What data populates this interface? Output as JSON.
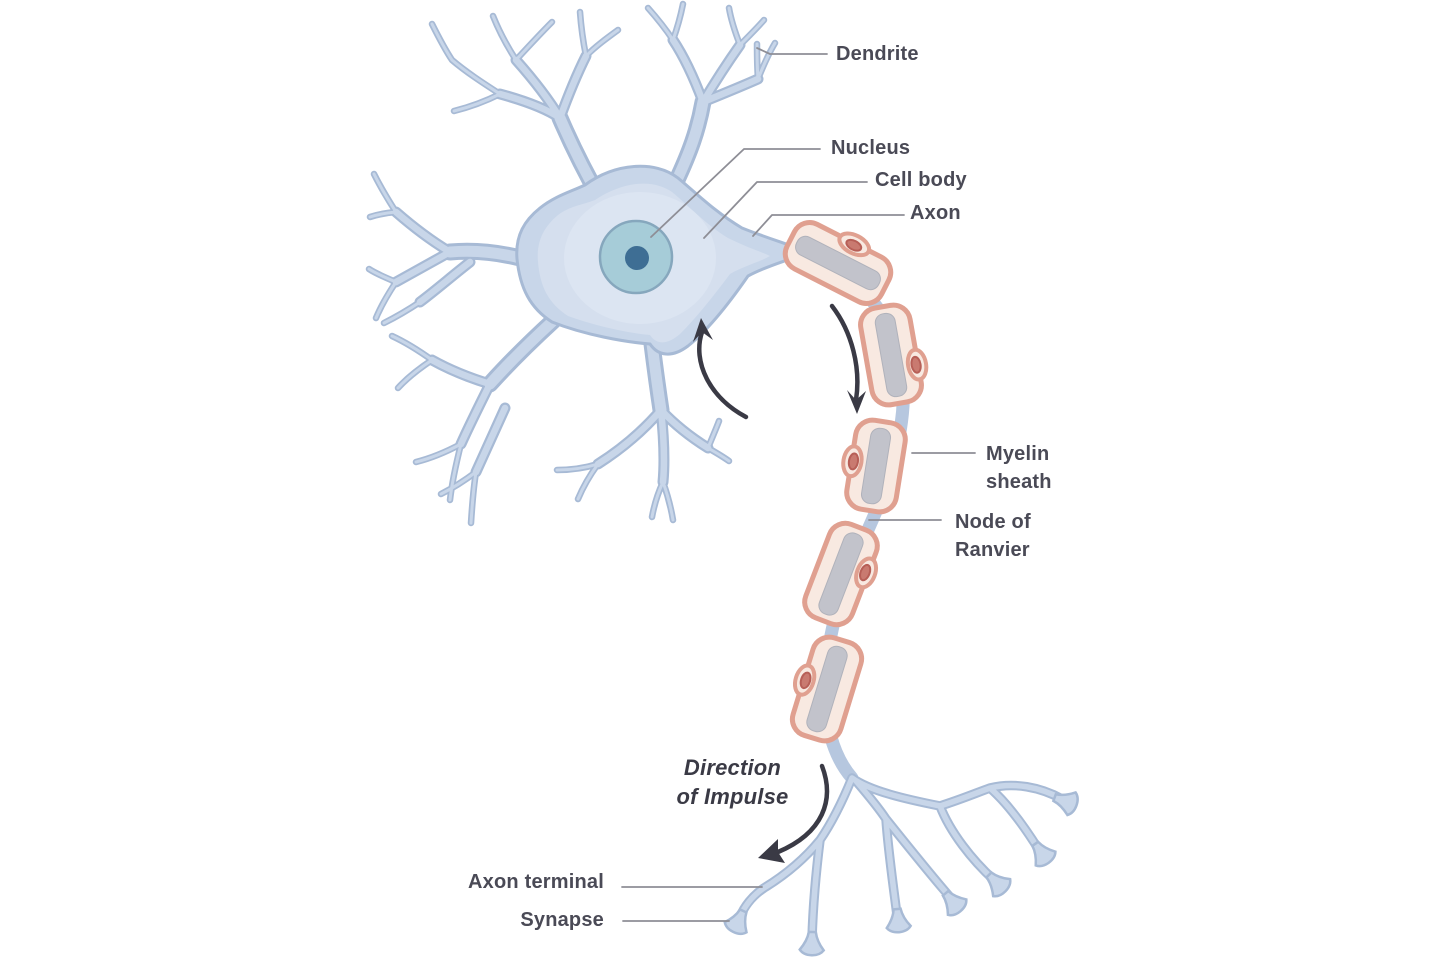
{
  "diagram": {
    "labels": {
      "dendrite": "Dendrite",
      "nucleus": "Nucleus",
      "cell_body": "Cell body",
      "axon": "Axon",
      "myelin_sheath": {
        "line1": "Myelin",
        "line2": "sheath"
      },
      "node_of_ranvier": {
        "line1": "Node of",
        "line2": "Ranvier"
      },
      "direction_of_impulse": {
        "line1": "Direction",
        "line2": "of Impulse"
      },
      "axon_terminal": "Axon terminal",
      "synapse": "Synapse"
    },
    "icons": {
      "arrow_up": "curved-arrow-up",
      "arrow_down": "curved-arrow-down",
      "arrow_impulse": "curved-arrow-down-left"
    },
    "palette": {
      "background": "#ffffff",
      "dendrite-fill": "#c8d6e9",
      "dendrite-outline": "#a7bad5",
      "soma-inner": "#d5dfee",
      "soma-core": "#dce5f2",
      "nucleus-fill": "#a6ccd8",
      "nucleus-outline": "#86a7bd",
      "nucleolus": "#3e6e94",
      "axon-blue": "#b6c7df",
      "myelin-fill": "#f8e9e1",
      "myelin-outline": "#e0a090",
      "axon-core": "#c2c3cb",
      "schwann-nucleus": "#c97a70",
      "schwann-nucleus-outline": "#b75f57",
      "arrow": "#3a3a45",
      "leader-line": "#8e8e96",
      "label-text": "#4a4a56"
    }
  }
}
